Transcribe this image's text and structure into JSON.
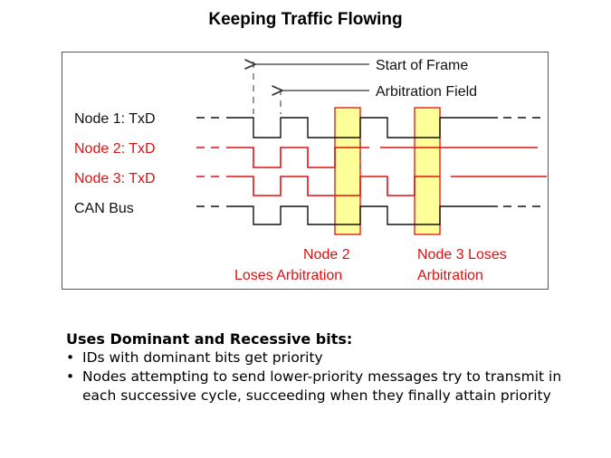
{
  "title": "Keeping Traffic Flowing",
  "diagram": {
    "annotations": {
      "start_of_frame": "Start of Frame",
      "arbitration_field": "Arbitration Field"
    },
    "signals": [
      {
        "label": "Node 1: TxD",
        "color": "#000000"
      },
      {
        "label": "Node 2: TxD",
        "color": "#e01010"
      },
      {
        "label": "Node 3: TxD",
        "color": "#e01010"
      },
      {
        "label": "CAN Bus",
        "color": "#000000"
      }
    ],
    "highlight_color": "#ffff99",
    "callouts": {
      "node2_line1": "Node 2",
      "node2_line2": "Loses Arbitration",
      "node3_line1": "Node 3 Loses",
      "node3_line2": "Arbitration",
      "color": "#e01010"
    }
  },
  "bullets": {
    "heading": "Uses Dominant and Recessive bits:",
    "items": [
      "IDs with dominant bits get priority",
      "Nodes attempting to send lower-priority messages try to transmit in each successive cycle, succeeding when they finally attain priority"
    ],
    "marker": "•"
  }
}
